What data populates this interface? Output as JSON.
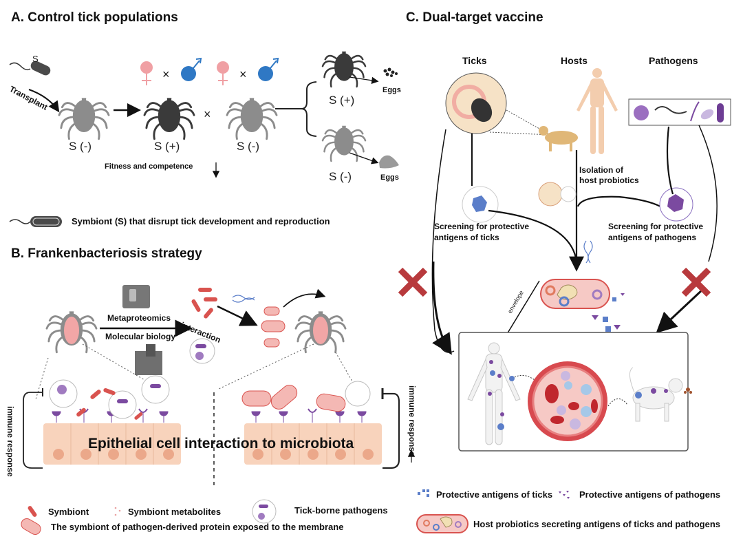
{
  "panel_a": {
    "title": "A. Control tick populations",
    "symbiont_label": "S",
    "transplant_label": "Transplant",
    "ticks": [
      {
        "label": "S (-)",
        "status": "symbiont-free"
      },
      {
        "label": "S (+)",
        "status": "symbiont-carrying"
      },
      {
        "label": "S (-)",
        "status": "symbiont-free"
      }
    ],
    "cross_symbol": "×",
    "offspring": [
      {
        "label": "S (+)",
        "eggs_label": "Eggs",
        "egg_state": "few eggs"
      },
      {
        "label": "S (-)",
        "eggs_label": "Eggs",
        "egg_state": "many eggs"
      }
    ],
    "fitness_label": "Fitness and competence",
    "fitness_trend": "decrease",
    "legend_text": "Symbiont (S) that disrupt tick development and reproduction",
    "colors": {
      "female": "#f0a0a4",
      "male": "#2f78c4",
      "tick_dark": "#3a3a3a",
      "tick_light": "#8c8c8c"
    }
  },
  "panel_b": {
    "title": "B. Frankenbacteriosis strategy",
    "method_top": "Metaproteomics",
    "method_bottom": "Molecular biology",
    "interaction_label": "interaction",
    "immune_left": "immune response",
    "immune_right": "immune response",
    "immune_right_trend": "increase",
    "epithelial_label": "Epithelial cell interaction to  microbiota",
    "legend": {
      "symbiont": "Symbiont",
      "metabolites": "Symbiont metabolites",
      "pathogens": "Tick-borne pathogens",
      "engineered": "The symbiont of pathogen-derived protein exposed to the membrane"
    },
    "colors": {
      "symbiont": "#d9534f",
      "epithelium": "#f8d3bc",
      "nucleus": "#eba88a",
      "receptor": "#7b4aa0"
    }
  },
  "panel_c": {
    "title": "C. Dual-target vaccine",
    "columns": [
      "Ticks",
      "Hosts",
      "Pathogens"
    ],
    "isolation_label": "Isolation of\nhost probiotics",
    "isolation_line1": "Isolation of",
    "isolation_line2": "host probiotics",
    "screen_ticks_line1": "Screening for protective",
    "screen_ticks_line2": "antigens of ticks",
    "screen_path_line1": "Screening for protective",
    "screen_path_line2": "antigens of pathogens",
    "envelope_label": "envelope",
    "blocked_marks": 2,
    "legend": {
      "tick_antigens": "Protective antigens of ticks",
      "pathogen_antigens": "Protective antigens of pathogens",
      "probiotics": "Host probiotics secreting antigens of ticks and pathogens"
    },
    "colors": {
      "cross": "#b83a3d",
      "vessel": "#d84a4f",
      "tick_antigen": "#5b7ec9",
      "pathogen_antigen": "#7b4aa0",
      "skin": "#f3cdae"
    }
  }
}
